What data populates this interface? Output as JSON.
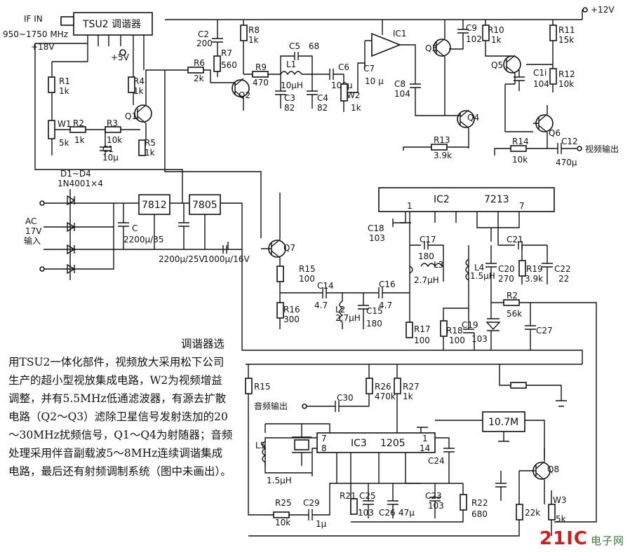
{
  "description": {
    "title": "调谐器选",
    "body": "用TSU2一体化部件，视频放大采用松下公司生产的超小型视放集成电路，W2为视频增益调整，并有5.5MHz低通滤波器，有源去扩散电路（Q2～Q3）滤除卫星信号发射迭加的20～30MHz扰频信号，Q1～Q4为射随器；音频处理采用伴音副载波5～8MHz连续调谐集成电路，最后还有射频调制系统（图中未画出）。"
  },
  "watermark": {
    "logo": "21IC",
    "text": "电子网"
  },
  "blocks": {
    "tuner": "TSU2 调谐器",
    "ic1": "IC1",
    "ic2": "IC2",
    "ic2_part": "7213",
    "ic3": "IC3",
    "ic3_part": "1205",
    "reg1": "7812",
    "reg2": "7805",
    "xtal": "10.7M"
  },
  "labels": {
    "if_in": "IF  IN",
    "freq": "950~1750 MHz",
    "v18": "+18V",
    "v5": "+5V",
    "v12": "+12V",
    "video_out": "视频输出",
    "audio_out": "音频输出",
    "ac_in_1": "AC",
    "ac_in_2": "17V",
    "ac_in_3": "输入",
    "diodes": "D1~D4",
    "diode_part": "1N4001×4",
    "c_main": "C",
    "c_main_val": "2200μ/35",
    "c_out1": "2200μ/25V",
    "c_out2": "1000μ/16V",
    "ic2_pin1": "1",
    "ic2_pin7": "7",
    "ic3_pin7": "7",
    "ic3_pin8": "8",
    "ic3_pin1": "1",
    "ic3_pin14": "14"
  },
  "components": [
    {
      "id": "R1",
      "value": "1k"
    },
    {
      "id": "W1",
      "value": "5k"
    },
    {
      "id": "R2",
      "value": "1k"
    },
    {
      "id": "R3",
      "value": "10k"
    },
    {
      "id": "C1",
      "value": "10μ"
    },
    {
      "id": "R4",
      "value": "1k"
    },
    {
      "id": "R5",
      "value": "1k"
    },
    {
      "id": "Q1",
      "value": ""
    },
    {
      "id": "C2",
      "value": "200"
    },
    {
      "id": "R8",
      "value": "1k"
    },
    {
      "id": "R7",
      "value": "560"
    },
    {
      "id": "R6",
      "value": "2k"
    },
    {
      "id": "Q2",
      "value": ""
    },
    {
      "id": "R9",
      "value": "470"
    },
    {
      "id": "C5",
      "value": "68"
    },
    {
      "id": "L1",
      "value": "10μH"
    },
    {
      "id": "C3",
      "value": "82"
    },
    {
      "id": "C4",
      "value": "82"
    },
    {
      "id": "C6",
      "value": "100μ"
    },
    {
      "id": "W2",
      "value": "1k"
    },
    {
      "id": "C7",
      "value": "10μ"
    },
    {
      "id": "C8",
      "value": "104"
    },
    {
      "id": "C9",
      "value": "102"
    },
    {
      "id": "R10",
      "value": "1k"
    },
    {
      "id": "Q3",
      "value": ""
    },
    {
      "id": "Q5",
      "value": ""
    },
    {
      "id": "C11",
      "value": "104"
    },
    {
      "id": "R11",
      "value": "15k"
    },
    {
      "id": "R12",
      "value": "10k"
    },
    {
      "id": "Q4",
      "value": ""
    },
    {
      "id": "Q6",
      "value": ""
    },
    {
      "id": "R13",
      "value": "3.9k"
    },
    {
      "id": "R14",
      "value": "10k"
    },
    {
      "id": "C12",
      "value": "470μ"
    },
    {
      "id": "Q7",
      "value": ""
    },
    {
      "id": "R15",
      "value": "100"
    },
    {
      "id": "R16",
      "value": "300"
    },
    {
      "id": "C14",
      "value": "4.7"
    },
    {
      "id": "L2",
      "value": "2.7μH"
    },
    {
      "id": "C15",
      "value": "180"
    },
    {
      "id": "C16",
      "value": "4.7"
    },
    {
      "id": "C17",
      "value": "180"
    },
    {
      "id": "L3",
      "value": "2.7μH"
    },
    {
      "id": "C18",
      "value": "103"
    },
    {
      "id": "R17",
      "value": "100"
    },
    {
      "id": "R18",
      "value": "100"
    },
    {
      "id": "C19",
      "value": "103"
    },
    {
      "id": "L4",
      "value": "1.5μH"
    },
    {
      "id": "C20",
      "value": "270"
    },
    {
      "id": "C21",
      "value": ""
    },
    {
      "id": "R19",
      "value": "3.9k"
    },
    {
      "id": "C22",
      "value": "22"
    },
    {
      "id": "R2b",
      "value": "56k"
    },
    {
      "id": "C27",
      "value": ""
    },
    {
      "id": "R15b",
      "value": ""
    },
    {
      "id": "R26",
      "value": "470k"
    },
    {
      "id": "R27",
      "value": "1k"
    },
    {
      "id": "C30",
      "value": ""
    },
    {
      "id": "L5",
      "value": "1.5μH"
    },
    {
      "id": "C24",
      "value": ""
    },
    {
      "id": "C23",
      "value": "103"
    },
    {
      "id": "R22",
      "value": "680"
    },
    {
      "id": "R21",
      "value": ""
    },
    {
      "id": "C25",
      "value": "103"
    },
    {
      "id": "C26",
      "value": "47μ"
    },
    {
      "id": "R25",
      "value": "10k"
    },
    {
      "id": "C29",
      "value": "1μ"
    },
    {
      "id": "Q8",
      "value": ""
    },
    {
      "id": "W3",
      "value": "5k"
    },
    {
      "id": "R_22k",
      "value": "22k"
    }
  ]
}
